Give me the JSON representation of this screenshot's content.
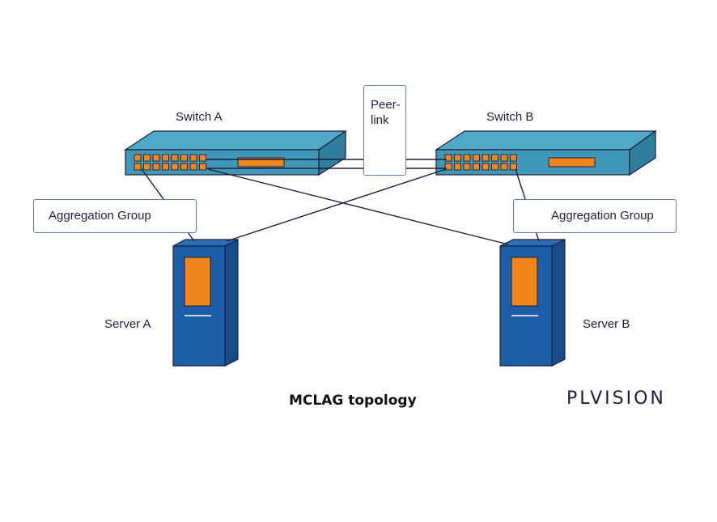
{
  "diagram": {
    "caption": "MCLAG topology",
    "logo_text": "PLVISION",
    "peer_link_label": "Peer-\nlink",
    "switches": [
      {
        "id": "switch-a",
        "label": "Switch A"
      },
      {
        "id": "switch-b",
        "label": "Switch B"
      }
    ],
    "servers": [
      {
        "id": "server-a",
        "label": "Server A"
      },
      {
        "id": "server-b",
        "label": "Server B"
      }
    ],
    "aggregation_groups": [
      {
        "id": "agg-a",
        "label": "Aggregation Group"
      },
      {
        "id": "agg-b",
        "label": "Aggregation Group"
      }
    ]
  },
  "colors": {
    "switch_front": "#3f98b8",
    "switch_top": "#51a9c8",
    "switch_side": "#2f7f9c",
    "port": "#f0861c",
    "server_front": "#1d5ea8",
    "server_side": "#174c8a",
    "server_panel": "#f0861c",
    "link": "#1e1e3c",
    "box_border": "#5a7fb0"
  }
}
